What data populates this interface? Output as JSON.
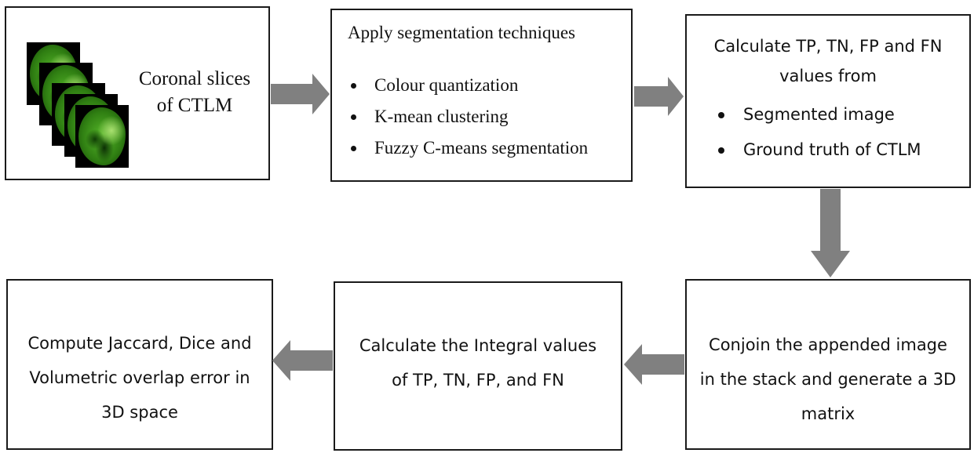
{
  "diagram": {
    "arrow_color": "#808080",
    "box1": {
      "lines": [
        "Coronal slices",
        "of CTLM"
      ]
    },
    "box2": {
      "title": "Apply segmentation techniques",
      "items": [
        "Colour quantization",
        "K-mean clustering",
        "Fuzzy C-means segmentation"
      ]
    },
    "box3": {
      "lines": [
        "Calculate TP, TN, FP and FN",
        "values from"
      ],
      "items": [
        "Segmented image",
        "Ground truth of CTLM"
      ]
    },
    "box4": {
      "lines": [
        "Conjoin the appended image",
        "in the stack and generate a 3D",
        "matrix"
      ]
    },
    "box5": {
      "lines": [
        "Calculate the Integral values",
        "of TP, TN, FP, and FN"
      ]
    },
    "box6": {
      "lines": [
        "Compute Jaccard, Dice and",
        "Volumetric overlap error in",
        "3D space"
      ]
    }
  }
}
